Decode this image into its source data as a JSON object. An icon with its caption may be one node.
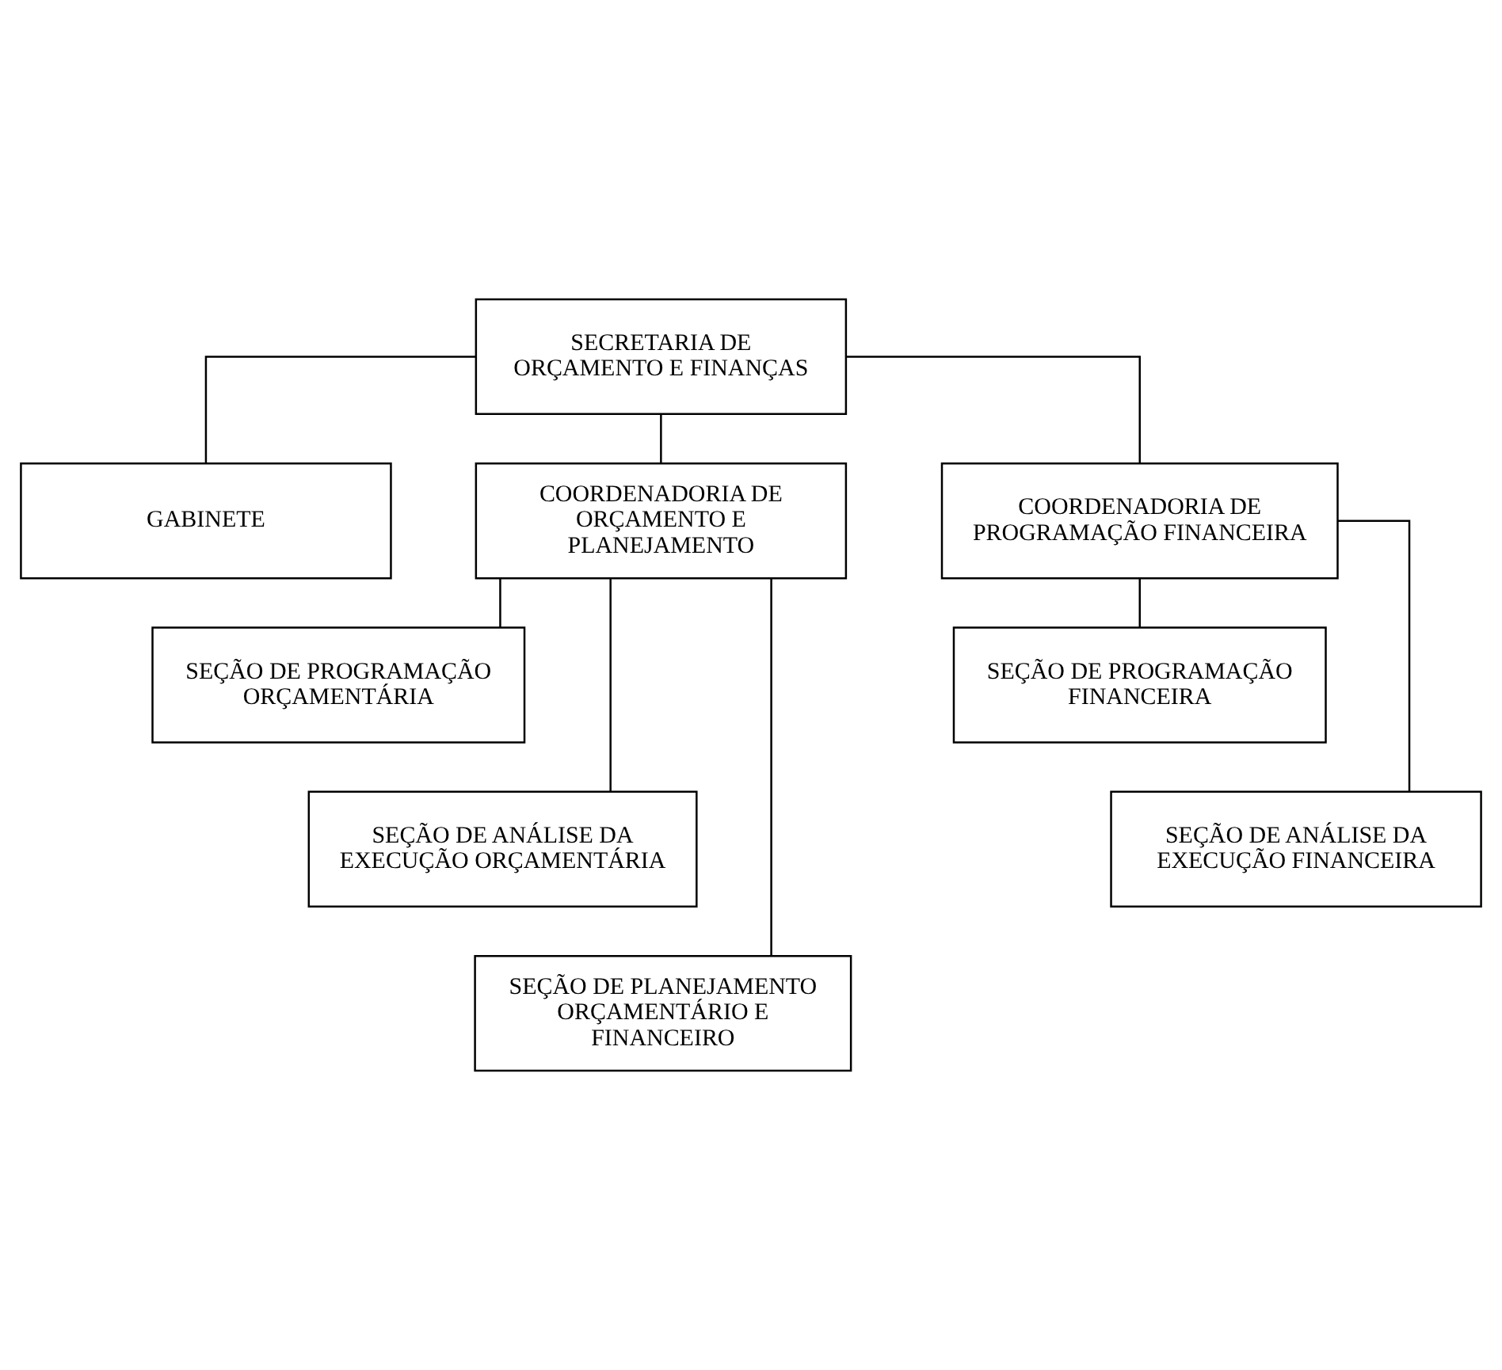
{
  "diagram": {
    "nodes": [
      {
        "text": [
          "SECRETARIA DE ORÇAMENTO E FINANÇAS"
        ]
      },
      {
        "text": [
          "GABINETE"
        ]
      },
      {
        "text": [
          "COORDENADORIA DE ORÇAMENTO E PLANEJAMENTO"
        ]
      },
      {
        "text": [
          "SEÇÃO DE PROGRAMAÇÃO ORÇAMENTÁRIA"
        ]
      },
      {
        "text": [
          "SEÇÃO DE ANÁLISE DA EXECUÇÃO ORÇAMENTÁRIA"
        ]
      },
      {
        "text": [
          "SEÇÃO DE PLANEJAMENTO ORÇAMENTÁRIO E FINANCEIRO"
        ]
      },
      {
        "text": [
          "COORDENADORIA DE PROGRAMAÇÃO FINANCEIRA"
        ]
      },
      {
        "text": [
          "SEÇÃO DE PROGRAMAÇÃO FINANCEIRA"
        ]
      },
      {
        "text": [
          "SEÇÃO DE ANÁLISE DA EXECUÇÃO FINANCEIRA"
        ]
      }
    ],
    "edges": [
      {
        "from": 0,
        "to": 1,
        "arrow": "none"
      },
      {
        "from": 0,
        "to": 2,
        "arrow": "none"
      },
      {
        "from": 0,
        "to": 6,
        "arrow": "none"
      },
      {
        "from": 2,
        "to": 3,
        "arrow": "none"
      },
      {
        "from": 2,
        "to": 4,
        "arrow": "none"
      },
      {
        "from": 2,
        "to": 5,
        "arrow": "none"
      },
      {
        "from": 6,
        "to": 7,
        "arrow": "none"
      },
      {
        "from": 6,
        "to": 8,
        "arrow": "none"
      }
    ]
  }
}
